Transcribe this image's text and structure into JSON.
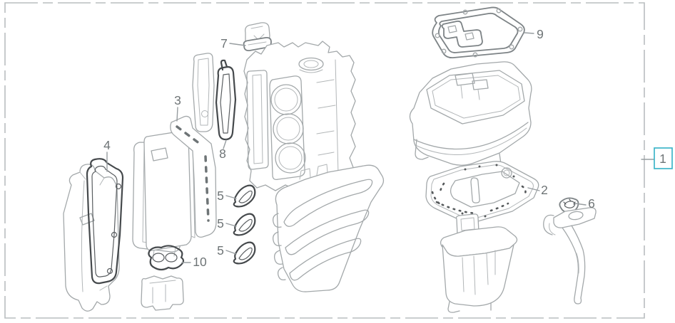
{
  "diagram": {
    "kind": "exploded-parts-diagram",
    "highlighted_callout": "1",
    "callouts": [
      {
        "number": "7"
      },
      {
        "number": "3"
      },
      {
        "number": "8"
      },
      {
        "number": "4"
      },
      {
        "number": "5"
      },
      {
        "number": "5"
      },
      {
        "number": "5"
      },
      {
        "number": "10"
      },
      {
        "number": "9"
      },
      {
        "number": "2"
      },
      {
        "number": "6"
      },
      {
        "number": "1"
      }
    ],
    "colors": {
      "line_art": "#a3a8aa",
      "dark_gasket": "#45494c",
      "label_text": "#6e7476",
      "leader_line": "#979da0",
      "border_dash": "#b9bdbf",
      "highlight_box": "#3db6c9"
    }
  }
}
